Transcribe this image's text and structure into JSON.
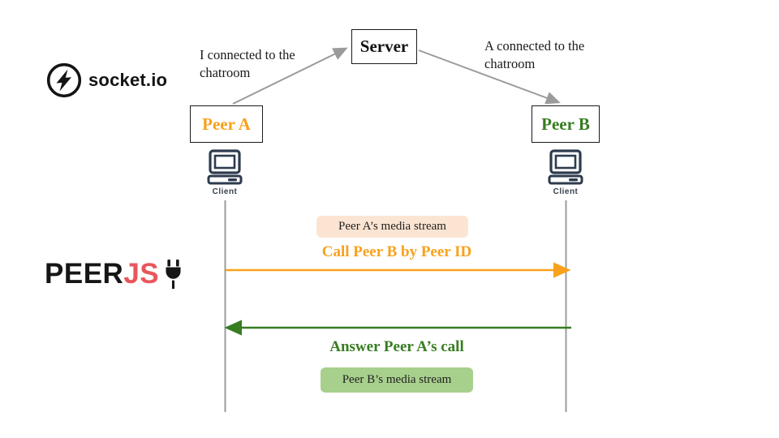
{
  "logos": {
    "socketio": {
      "text": "socket.io",
      "icon": "lightning-bolt-circle-icon"
    },
    "peerjs": {
      "text_black": "PEER",
      "text_accent": "JS",
      "icon": "plug-icon"
    }
  },
  "server": {
    "label": "Server"
  },
  "peers": {
    "peer_a": {
      "label": "Peer A",
      "client_label": "Client"
    },
    "peer_b": {
      "label": "Peer B",
      "client_label": "Client"
    }
  },
  "connections": {
    "a_to_server": "I connected to the chatroom",
    "b_to_server": "A connected to the chatroom"
  },
  "sequence": {
    "a_media": "Peer A’s media stream",
    "call": "Call Peer B by Peer ID",
    "answer": "Answer Peer A’s call",
    "b_media": "Peer B’s media stream"
  },
  "colors": {
    "orange": "#F9A11B",
    "green": "#377D22",
    "peach_background": "#FBE5D2",
    "green_background": "#A8D08D",
    "peerjs_accent": "#E8565C",
    "gray_line": "#9B9B9B",
    "client_icon": "#2D3B4E"
  }
}
